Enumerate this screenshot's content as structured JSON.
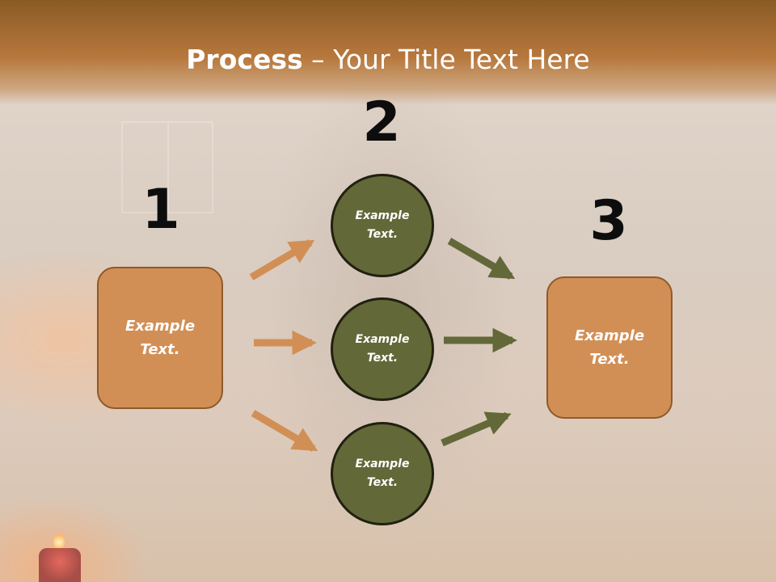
{
  "title": {
    "bold": "Process",
    "rest": " – Your Title Text Here"
  },
  "steps": [
    {
      "number": "1",
      "label": "Example\nText."
    },
    {
      "number": "2",
      "label": ""
    },
    {
      "number": "3",
      "label": "Example\nText."
    }
  ],
  "circles": [
    {
      "label": "Example\nText."
    },
    {
      "label": "Example\nText."
    },
    {
      "label": "Example\nText."
    }
  ],
  "colors": {
    "header": "#b7783c",
    "box_fill": "#d28f55",
    "circle_fill": "#636838",
    "arrow_orange": "#d28f55",
    "arrow_olive": "#636838"
  }
}
